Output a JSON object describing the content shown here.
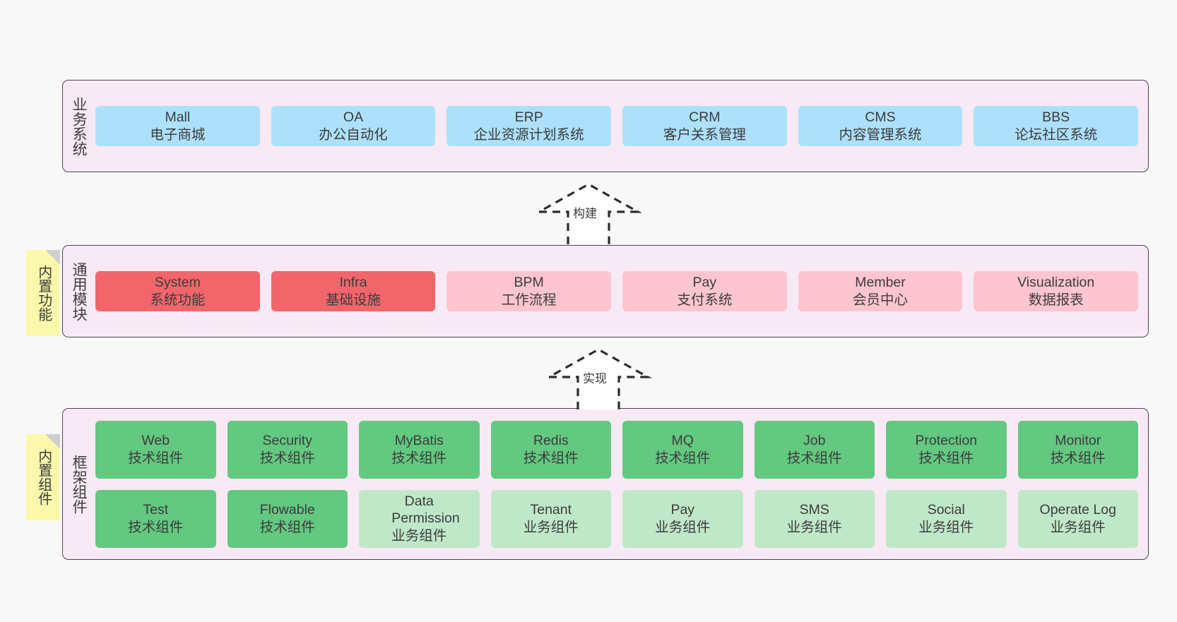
{
  "diagram": {
    "title_layers": [
      "业务系统",
      "通用模块",
      "框架组件"
    ],
    "accent_colors": {
      "band_fill": "#f8eaf4",
      "band_border": "#4a4452",
      "blue": "#ade0fb",
      "red": "#f2666b",
      "pink": "#fcc5d0",
      "green": "#63c880",
      "light_green": "#bfe8c8",
      "sticky": "#fbf7ab",
      "page_bg": "#f8f8f8"
    }
  },
  "layers": [
    {
      "id": "business-systems",
      "title": "业务系统",
      "sticky": null,
      "rows": [
        {
          "style": "blue",
          "cells": [
            {
              "en": "Mall",
              "cn": "电子商城"
            },
            {
              "en": "OA",
              "cn": "办公自动化"
            },
            {
              "en": "ERP",
              "cn": "企业资源计划系统"
            },
            {
              "en": "CRM",
              "cn": "客户关系管理"
            },
            {
              "en": "CMS",
              "cn": "内容管理系统"
            },
            {
              "en": "BBS",
              "cn": "论坛社区系统"
            }
          ]
        }
      ]
    },
    {
      "id": "common-modules",
      "title": "通用模块",
      "sticky": "内置功能",
      "rows": [
        {
          "style": "mixed",
          "cells": [
            {
              "en": "System",
              "cn": "系统功能",
              "style": "red"
            },
            {
              "en": "Infra",
              "cn": "基础设施",
              "style": "red"
            },
            {
              "en": "BPM",
              "cn": "工作流程",
              "style": "pink"
            },
            {
              "en": "Pay",
              "cn": "支付系统",
              "style": "pink"
            },
            {
              "en": "Member",
              "cn": "会员中心",
              "style": "pink"
            },
            {
              "en": "Visualization",
              "cn": "数据报表",
              "style": "pink"
            }
          ]
        }
      ]
    },
    {
      "id": "framework-components",
      "title": "框架组件",
      "sticky": "内置组件",
      "rows": [
        {
          "style": "green",
          "cells": [
            {
              "en": "Web",
              "cn": "技术组件",
              "style": "green"
            },
            {
              "en": "Security",
              "cn": "技术组件",
              "style": "green"
            },
            {
              "en": "MyBatis",
              "cn": "技术组件",
              "style": "green"
            },
            {
              "en": "Redis",
              "cn": "技术组件",
              "style": "green"
            },
            {
              "en": "MQ",
              "cn": "技术组件",
              "style": "green"
            },
            {
              "en": "Job",
              "cn": "技术组件",
              "style": "green"
            },
            {
              "en": "Protection",
              "cn": "技术组件",
              "style": "green"
            },
            {
              "en": "Monitor",
              "cn": "技术组件",
              "style": "green"
            }
          ]
        },
        {
          "style": "mixed",
          "cells": [
            {
              "en": "Test",
              "cn": "技术组件",
              "style": "green"
            },
            {
              "en": "Flowable",
              "cn": "技术组件",
              "style": "green"
            },
            {
              "en": "Data Permission",
              "cn": "业务组件",
              "style": "light_green"
            },
            {
              "en": "Tenant",
              "cn": "业务组件",
              "style": "light_green"
            },
            {
              "en": "Pay",
              "cn": "业务组件",
              "style": "light_green"
            },
            {
              "en": "SMS",
              "cn": "业务组件",
              "style": "light_green"
            },
            {
              "en": "Social",
              "cn": "业务组件",
              "style": "light_green"
            },
            {
              "en": "Operate Log",
              "cn": "业务组件",
              "style": "light_green"
            }
          ]
        }
      ]
    }
  ],
  "connectors": [
    {
      "id": "build-arrow",
      "label": "构建",
      "direction": "up"
    },
    {
      "id": "implement-arrow",
      "label": "实现",
      "direction": "up"
    }
  ]
}
